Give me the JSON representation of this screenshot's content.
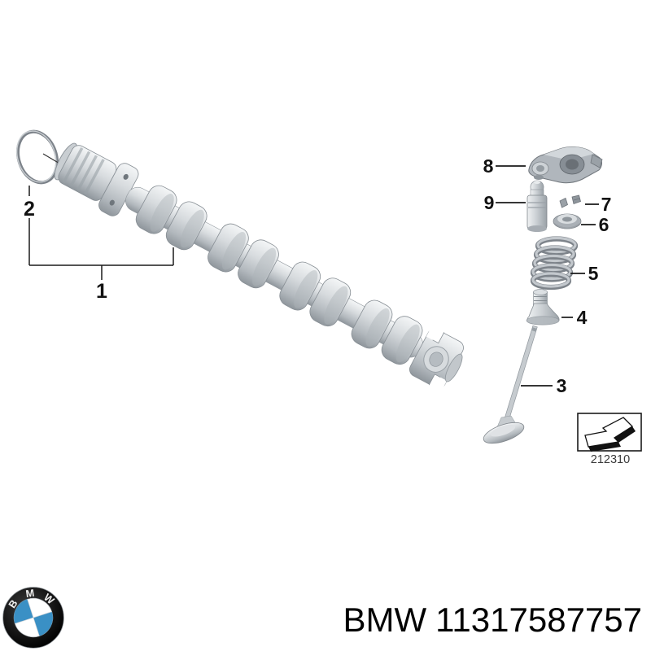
{
  "diagram": {
    "callouts": [
      {
        "label": "1"
      },
      {
        "label": "2"
      },
      {
        "label": "3"
      },
      {
        "label": "4"
      },
      {
        "label": "5"
      },
      {
        "label": "6"
      },
      {
        "label": "7"
      },
      {
        "label": "8"
      },
      {
        "label": "9"
      }
    ],
    "ref_code": "212310",
    "icons": {
      "direction_arrow": "photo-direction-arrow"
    }
  },
  "footer": {
    "brand": "BMW",
    "part_number": "11317587757",
    "logo_letters": [
      "B",
      "M",
      "W"
    ]
  },
  "colors": {
    "bmw_blue": "#3a90c5",
    "line_color": "#1a1a1a",
    "part_light": "#e9ebed",
    "part_dark": "#8f969c"
  }
}
